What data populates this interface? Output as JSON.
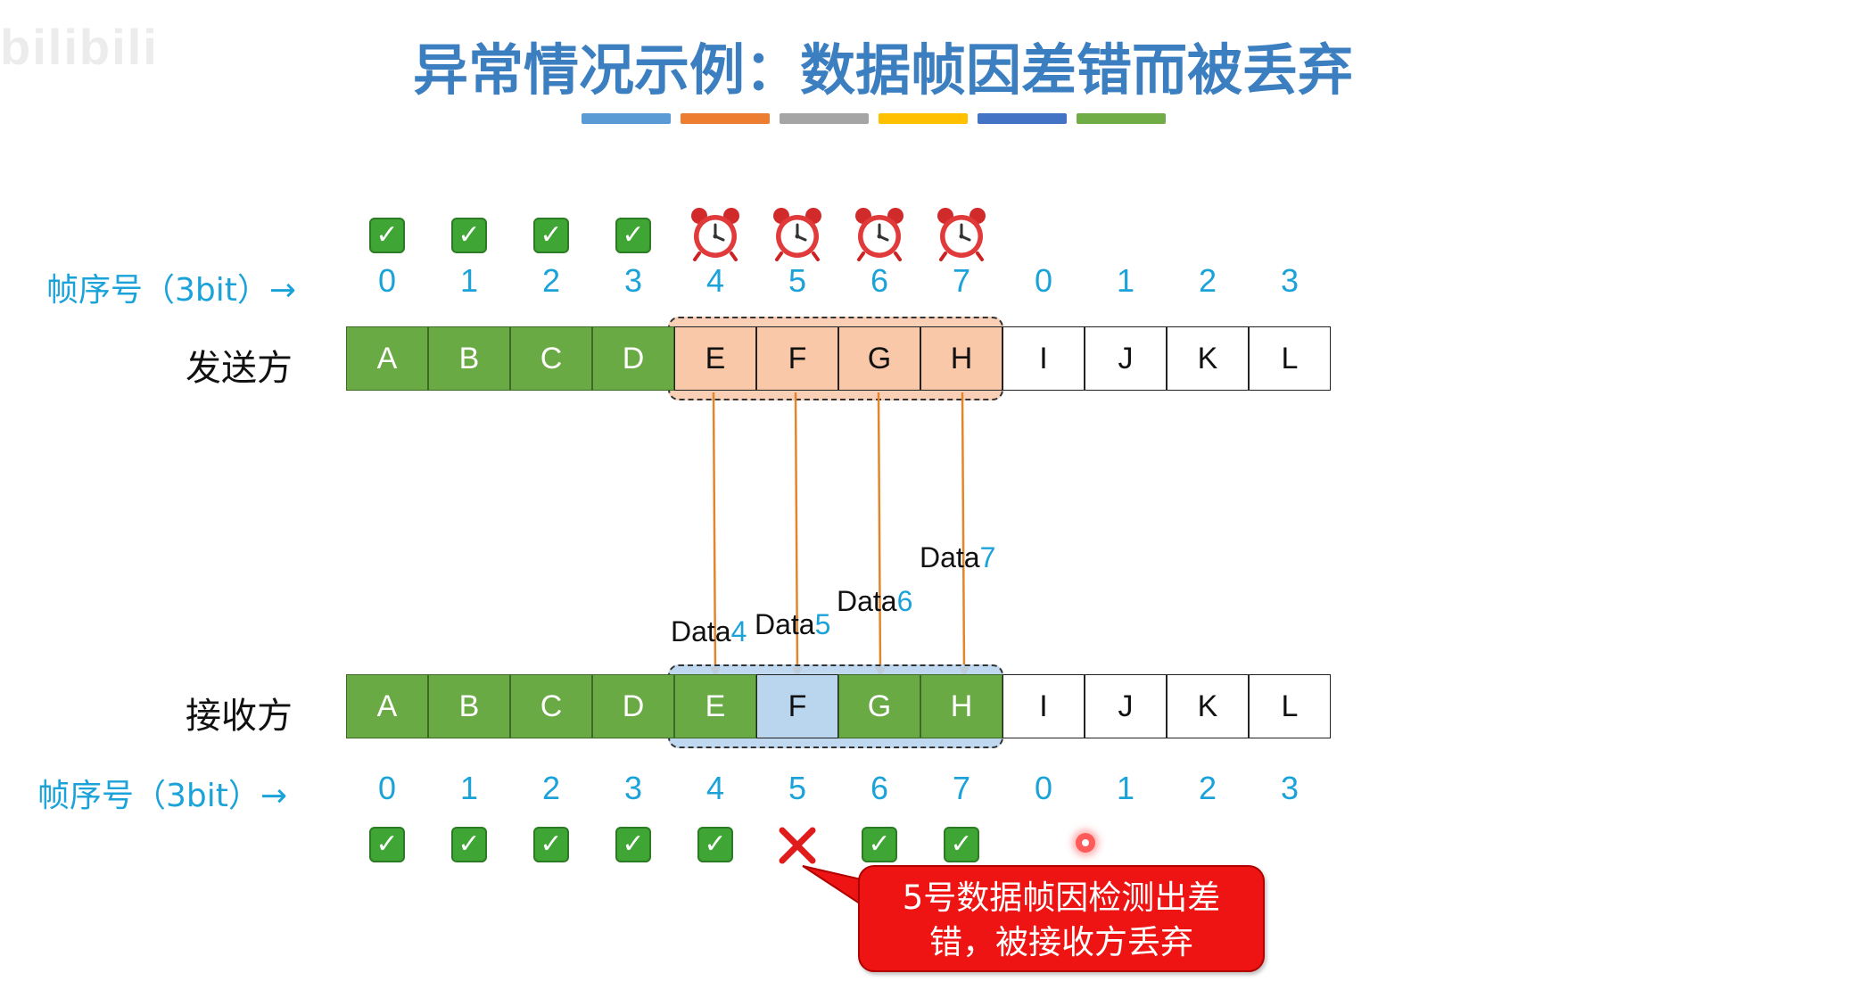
{
  "watermark": "bilibili",
  "title": "异常情况示例：数据帧因差错而被丢弃",
  "title_bar_colors": [
    "#5b9bd5",
    "#ed7d31",
    "#a5a5a5",
    "#ffc000",
    "#4472c4",
    "#70ad47"
  ],
  "sender": {
    "role": "发送方",
    "seq_label": "帧序号（3bit）→",
    "seq_numbers": [
      "0",
      "1",
      "2",
      "3",
      "4",
      "5",
      "6",
      "7",
      "0",
      "1",
      "2",
      "3"
    ],
    "frames": [
      {
        "label": "A",
        "state": "green"
      },
      {
        "label": "B",
        "state": "green"
      },
      {
        "label": "C",
        "state": "green"
      },
      {
        "label": "D",
        "state": "green"
      },
      {
        "label": "E",
        "state": "orange"
      },
      {
        "label": "F",
        "state": "orange"
      },
      {
        "label": "G",
        "state": "orange"
      },
      {
        "label": "H",
        "state": "orange"
      },
      {
        "label": "I",
        "state": "white"
      },
      {
        "label": "J",
        "state": "white"
      },
      {
        "label": "K",
        "state": "white"
      },
      {
        "label": "L",
        "state": "white"
      }
    ],
    "status_icons": [
      "check",
      "check",
      "check",
      "check",
      "alarm",
      "alarm",
      "alarm",
      "alarm"
    ]
  },
  "receiver": {
    "role": "接收方",
    "seq_label": "帧序号（3bit）→",
    "seq_numbers": [
      "0",
      "1",
      "2",
      "3",
      "4",
      "5",
      "6",
      "7",
      "0",
      "1",
      "2",
      "3"
    ],
    "frames": [
      {
        "label": "A",
        "state": "green"
      },
      {
        "label": "B",
        "state": "green"
      },
      {
        "label": "C",
        "state": "green"
      },
      {
        "label": "D",
        "state": "green"
      },
      {
        "label": "E",
        "state": "green"
      },
      {
        "label": "F",
        "state": "blue"
      },
      {
        "label": "G",
        "state": "green"
      },
      {
        "label": "H",
        "state": "green"
      },
      {
        "label": "I",
        "state": "white"
      },
      {
        "label": "J",
        "state": "white"
      },
      {
        "label": "K",
        "state": "white"
      },
      {
        "label": "L",
        "state": "white"
      }
    ],
    "status_icons": [
      "check",
      "check",
      "check",
      "check",
      "check",
      "cross",
      "check",
      "check"
    ]
  },
  "transmissions": [
    {
      "text": "Data",
      "num": "4"
    },
    {
      "text": "Data",
      "num": "5"
    },
    {
      "text": "Data",
      "num": "6"
    },
    {
      "text": "Data",
      "num": "7"
    }
  ],
  "callout": {
    "line1": "5号数据帧因检测出差",
    "line2": "错，被接收方丢弃"
  },
  "colors": {
    "title": "#3c7fc1",
    "seq": "#1ba3d9",
    "ack_green": "#6aaa45",
    "sender_window": "#f8c8a9",
    "receiver_window": "#bad5ee",
    "arrow": "#e2862e",
    "callout": "#ee1414"
  }
}
